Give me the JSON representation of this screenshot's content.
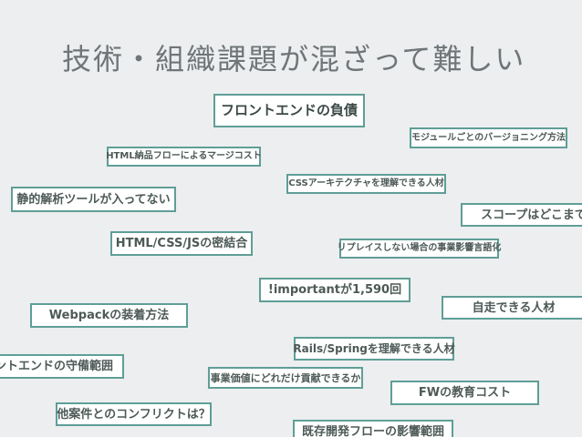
{
  "slide": {
    "title": "技術・組織課題が混ざって難しい",
    "items": [
      "フロントエンドの負債",
      "モジュールごとのバージョニング方法",
      "HTML納品フローによるマージコスト",
      "CSSアーキテクチャを理解できる人材",
      "静的解析ツールが入ってない",
      "スコープはどこまで",
      "HTML/CSS/JSの密結合",
      "リプレイスしない場合の事業影響言語化",
      "!importantが1,590回",
      "自走できる人材",
      "Webpackの装着方法",
      "Rails/Springを理解できる人材",
      "ントエンドの守備範囲",
      "事業価値にどれだけ貢献できるか",
      "FWの教育コスト",
      "他案件とのコンフリクトは？",
      "既存開発フローの影響範囲"
    ]
  },
  "colors": {
    "background": "#eceeef",
    "box_border": "#5f9e97",
    "box_fill": "#ffffff",
    "title_text": "#6f7578",
    "box_text": "#4d5a57"
  }
}
